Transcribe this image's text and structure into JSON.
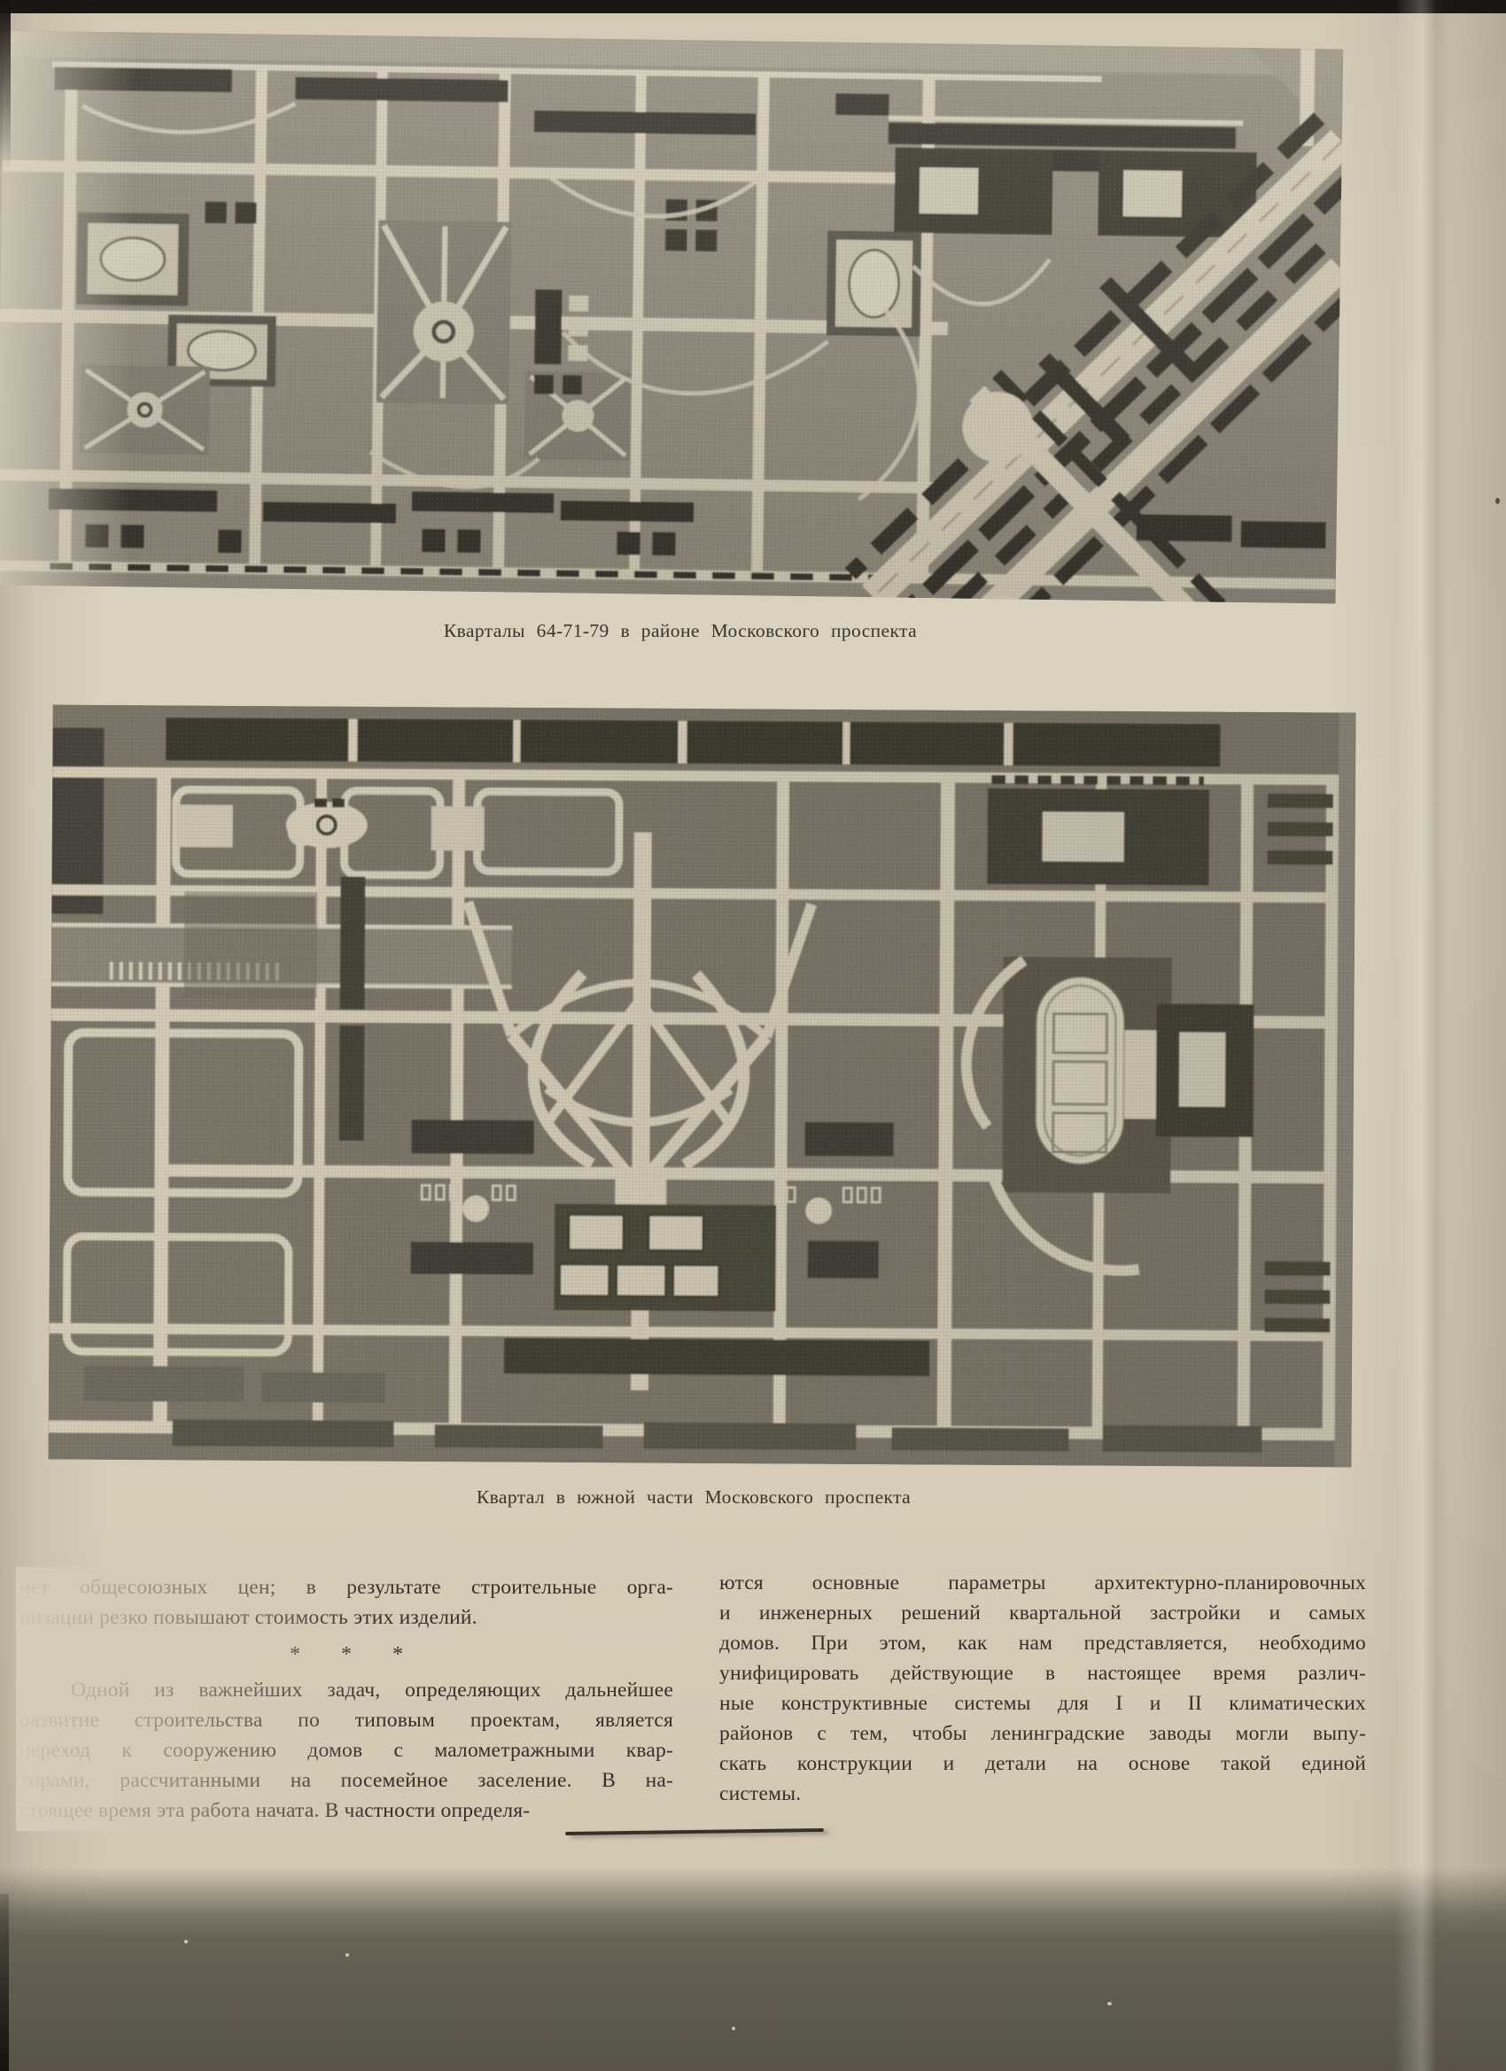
{
  "page": {
    "kind": "scanned book page",
    "language": "ru"
  },
  "figures": [
    {
      "name": "site-plan-upper",
      "caption": "Кварталы 64-71-79 в районе Московского проспекта"
    },
    {
      "name": "site-plan-lower",
      "caption": "Квартал в южной части Московского проспекта"
    }
  ],
  "columns": {
    "left": {
      "para1_lines": [
        "нет общесоюзных цен; в результате строительные орга-",
        "низации резко повышают стоимость этих изделий."
      ],
      "separator": "* * *",
      "para2_lines": [
        "Одной из важнейших задач, определяющих дальнейшее",
        "развитие строительства по типовым проектам, является",
        "переход к сооружению домов с малометражными квар-",
        "тирами, рассчитанными на посемейное заселение. В на-",
        "стоящее время эта работа начата. В частности определя-"
      ]
    },
    "right": {
      "para_lines": [
        "ются основные параметры архитектурно-планировочных",
        "и инженерных решений квартальной застройки и самых",
        "домов. При этом, как нам представляется, необходимо",
        "унифицировать действующие в настоящее время различ-",
        "ные конструктивные системы для I и II климатических",
        "районов с тем, чтобы ленинградские заводы могли выпу-",
        "скать конструкции и детали на основе такой единой",
        "системы."
      ]
    }
  },
  "palette": {
    "page_cream": "#d8cebb",
    "page_cream_dark": "#c7bda9",
    "ink": "#35302a",
    "plan1_bg": "#8f897b",
    "plan2_bg": "#7b7568",
    "street_light": "#d4cbb7",
    "building_dark": "#35332b",
    "bottom_band": "#615c4f",
    "top_edge": "#191613"
  }
}
